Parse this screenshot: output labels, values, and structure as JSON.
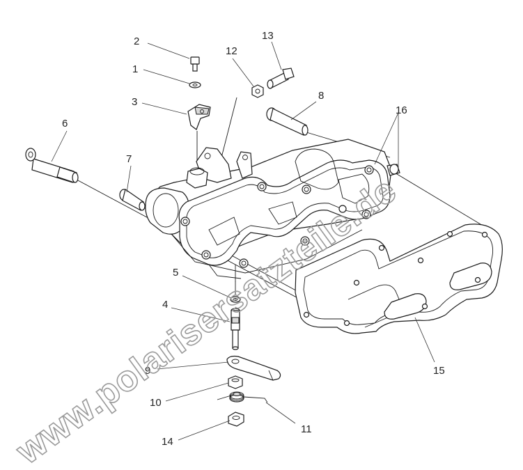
{
  "watermark": "www.polarisersatzteile.de",
  "callouts": {
    "c1": "1",
    "c2": "2",
    "c3": "3",
    "c4": "4",
    "c5": "5",
    "c6": "6",
    "c7": "7",
    "c8": "8",
    "c9": "9",
    "c10": "10",
    "c11": "11",
    "c12": "12",
    "c13": "13",
    "c14": "14",
    "c15": "15",
    "c16": "16"
  }
}
